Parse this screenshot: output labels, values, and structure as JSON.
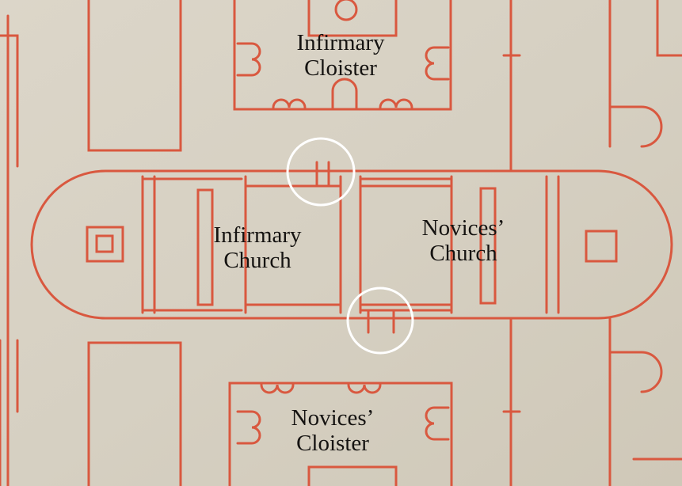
{
  "labels": {
    "infirmary_cloister": [
      "Infirmary",
      "Cloister"
    ],
    "infirmary_church": [
      "Infirmary",
      "Church"
    ],
    "novices_church": [
      "Novices’",
      "Church"
    ],
    "novices_cloister": [
      "Novices’",
      "Cloister"
    ]
  },
  "colors": {
    "parchment": "#d8d2c4",
    "ink_red": "#d9583f",
    "highlight_circle": "#ffffff",
    "label_text": "#151311"
  }
}
